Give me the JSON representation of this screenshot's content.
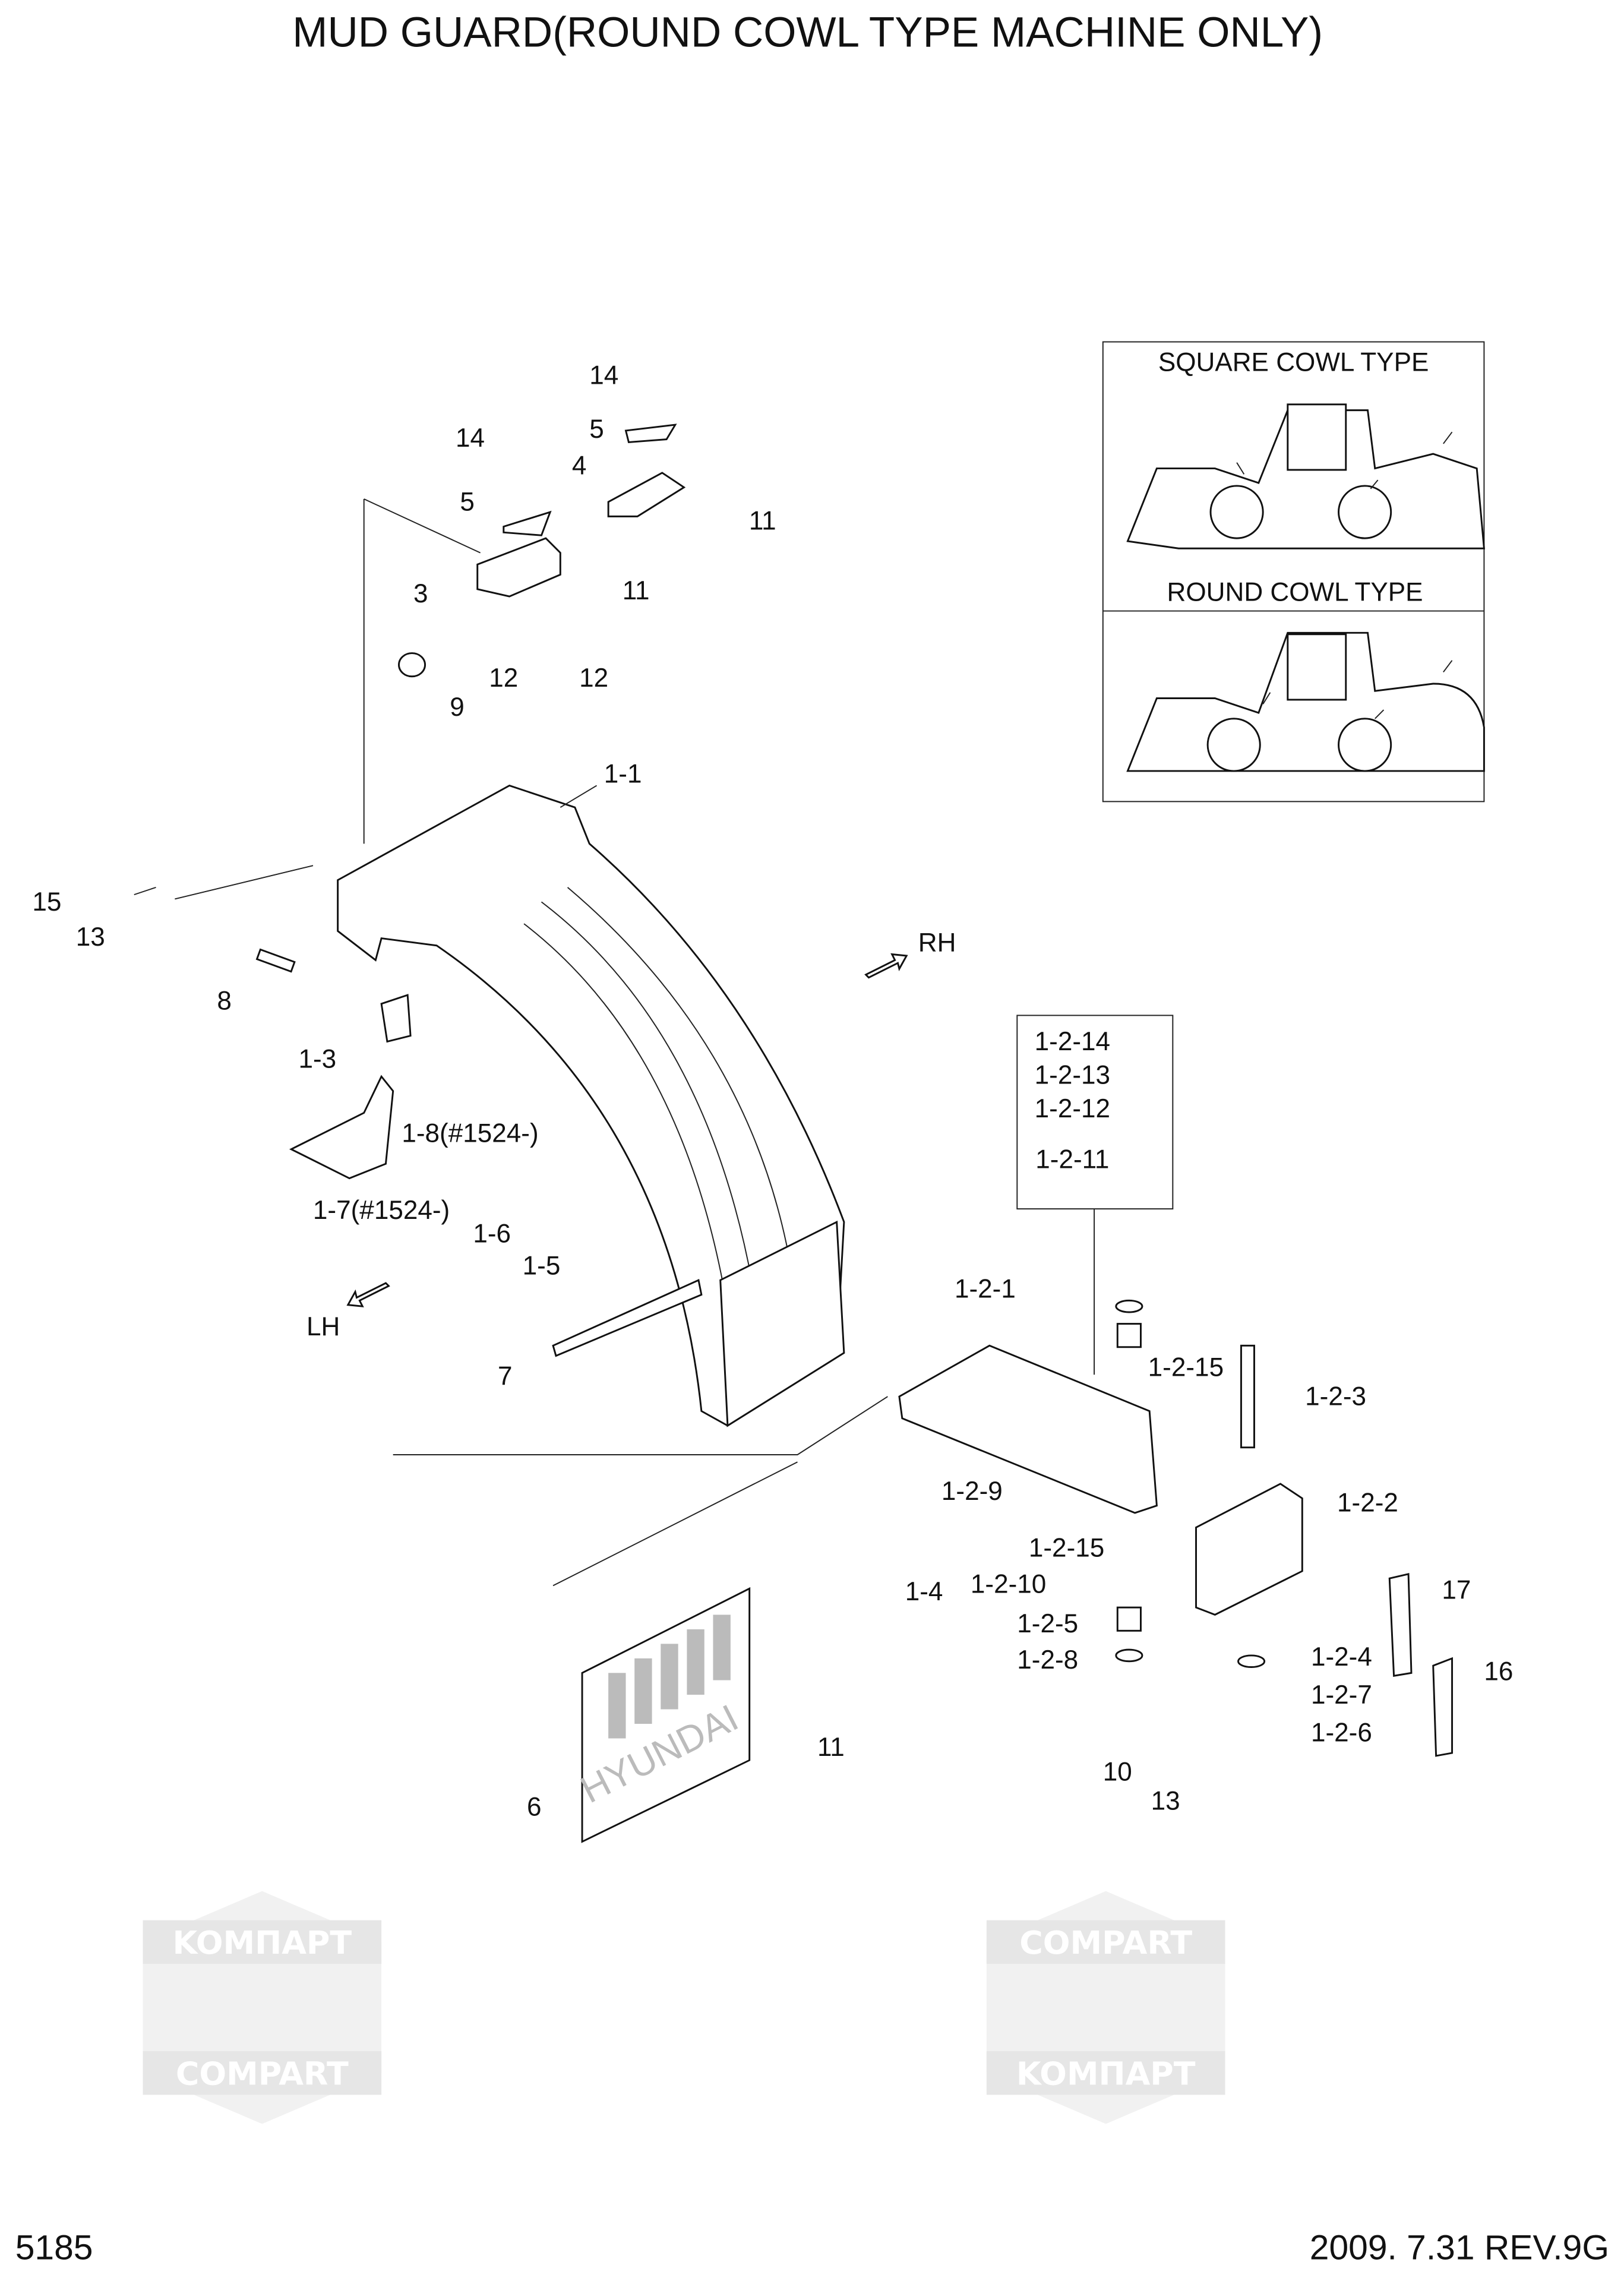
{
  "title": "MUD GUARD(ROUND COWL TYPE MACHINE ONLY)",
  "page_number": "5185",
  "date_revision": "2009. 7.31  REV.9G",
  "watermark": {
    "latin": "COMPART",
    "cyrillic": "KOMПАРТ"
  },
  "inset": {
    "square_label": "SQUARE COWL TYPE",
    "round_label": "ROUND COWL TYPE"
  },
  "directions": {
    "rh": "RH",
    "lh": "LH"
  },
  "mudflap_brand": "HYUNDAI",
  "callouts": {
    "c14a": "14",
    "c5a": "5",
    "c4": "4",
    "c11a": "11",
    "c14b": "14",
    "c5b": "5",
    "c3": "3",
    "c11b": "11",
    "c12a": "12",
    "c12b": "12",
    "c9": "9",
    "c1_1": "1-1",
    "c15": "15",
    "c13a": "13",
    "c8": "8",
    "c1_3": "1-3",
    "c1_8": "1-8(#1524-)",
    "c1_7": "1-7(#1524-)",
    "c1_6": "1-6",
    "c1_5": "1-5",
    "c7": "7",
    "c6": "6",
    "c11c": "11",
    "c1_4": "1-4",
    "c1_2_1": "1-2-1",
    "c1_2_9": "1-2-9",
    "c1_2_10": "1-2-10",
    "c1_2_15a": "1-2-15",
    "c1_2_15b": "1-2-15",
    "c1_2_3": "1-2-3",
    "c1_2_2": "1-2-2",
    "c17": "17",
    "c16": "16",
    "c1_2_4": "1-2-4",
    "c1_2_7": "1-2-7",
    "c1_2_6": "1-2-6",
    "c1_2_5": "1-2-5",
    "c1_2_8": "1-2-8",
    "c10": "10",
    "c13b": "13",
    "c1_2_14": "1-2-14",
    "c1_2_13": "1-2-13",
    "c1_2_12": "1-2-12",
    "c1_2_11": "1-2-11"
  }
}
